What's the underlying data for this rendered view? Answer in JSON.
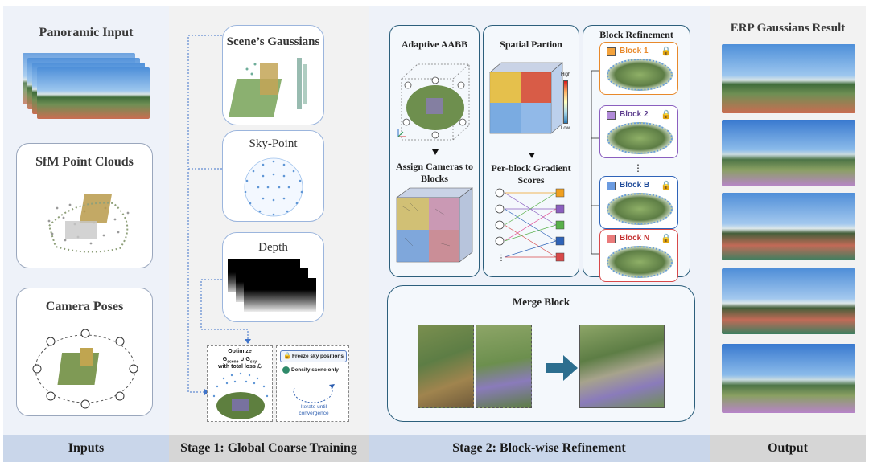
{
  "inputs": {
    "panoramic_title": "Panoramic Input",
    "sfm_title": "SfM Point Clouds",
    "camera_title": "Camera Poses",
    "footer": "Inputs"
  },
  "stage1": {
    "gaussians_title": "Scene’s Gaussians",
    "sky_title": "Sky-Point",
    "depth_title": "Depth",
    "optimize_line1": "Optimize",
    "optimize_line2": "G",
    "optimize_line2b": "scene",
    "optimize_line2c": " ∪ G",
    "optimize_line2d": "sky",
    "optimize_line3": "with total loss ℒ",
    "freeze_label": "Freeze sky positions",
    "densify_label": "Densify scene only",
    "iterate_label": "Iterate until convergence",
    "footer": "Stage 1: Global Coarse Training"
  },
  "stage2": {
    "aabb_title": "Adaptive AABB",
    "assign_title": "Assign Cameras to Blocks",
    "partition_title": "Spatial Partion",
    "high_label": "High",
    "low_label": "Low",
    "gradient_title": "Per-block Gradient Scores",
    "refine_title": "Block Refinement",
    "blocks": [
      {
        "label": "Block 1",
        "color": "#e8892b"
      },
      {
        "label": "Block 2",
        "color": "#8b5fbf"
      },
      {
        "label": "Block B",
        "color": "#2e63b8"
      },
      {
        "label": "Block N",
        "color": "#d8494a"
      }
    ],
    "merge_title": "Merge Block",
    "footer": "Stage 2: Block-wise Refinement"
  },
  "output": {
    "title": "ERP Gaussians Result",
    "footer": "Output"
  },
  "colors": {
    "blue_panel": "#eef2f9",
    "gray_panel": "#f2f2f2",
    "accent_teal": "#2c6e8f"
  }
}
